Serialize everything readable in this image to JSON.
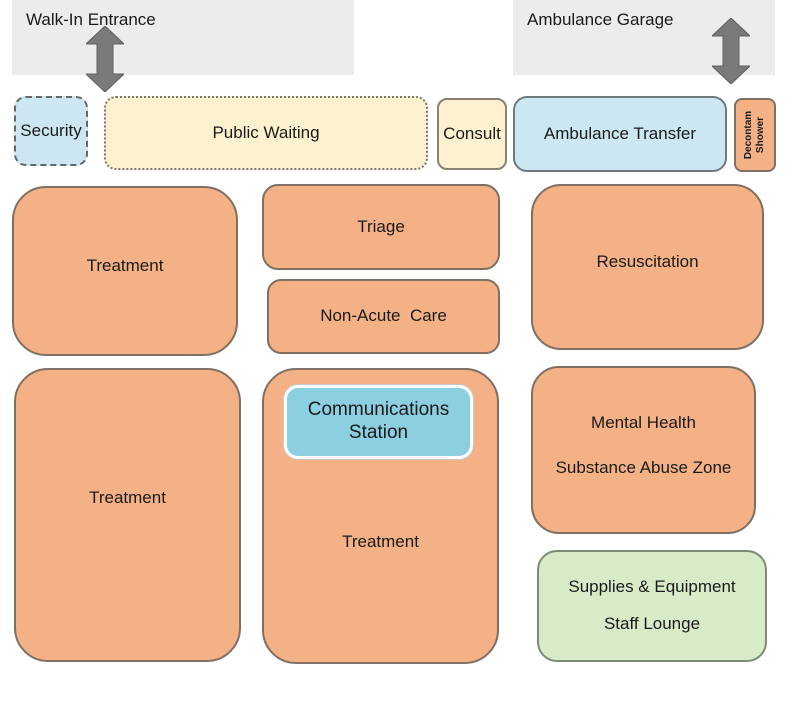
{
  "title": "Emergency Department Zone Layout",
  "external_areas": {
    "walk_in": "Walk-In Entrance",
    "ambulance_garage": "Ambulance Garage"
  },
  "top_row": {
    "security": "Security",
    "public_waiting": "Public Waiting",
    "consult": "Consult",
    "ambulance_transfer": "Ambulance Transfer",
    "decontam_shower": [
      "Decontam",
      "Shower"
    ]
  },
  "zones": {
    "treatment_1": "Treatment",
    "triage": "Triage",
    "non_acute_care": "Non-Acute  Care",
    "resuscitation": "Resuscitation",
    "treatment_2": "Treatment",
    "communications_station": [
      "Communications",
      "Station"
    ],
    "treatment_3": "Treatment",
    "mental_health": [
      "Mental Health",
      "Substance Abuse Zone"
    ],
    "supplies": [
      "Supplies & Equipment",
      "Staff Lounge"
    ]
  },
  "icons": {
    "walk_in_arrow": "double-arrow-vertical",
    "garage_arrow": "double-arrow-vertical"
  },
  "colors": {
    "clinical": "#f3b185",
    "entry_blue": "#cce7f1",
    "comm_blue": "#8ccfe0",
    "waiting": "#fdf1cf",
    "support": "#d8ebc9",
    "exterior": "#ececec",
    "arrow": "#7a7a7a"
  }
}
